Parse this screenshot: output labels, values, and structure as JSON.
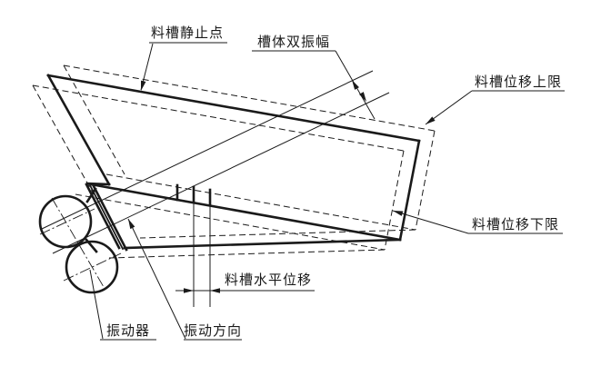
{
  "diagram": {
    "description": "vibrating-feeder-trough-displacement-diagram",
    "background_color": "#ffffff",
    "ink_color": "#1a1a1a",
    "labels": {
      "static_point": "料槽静止点",
      "double_amplitude": "槽体双振幅",
      "upper_limit": "料槽位移上限",
      "lower_limit": "料槽位移下限",
      "horizontal_displacement": "料槽水平位移",
      "vibrator": "振动器",
      "vibration_direction": "振动方向"
    }
  }
}
